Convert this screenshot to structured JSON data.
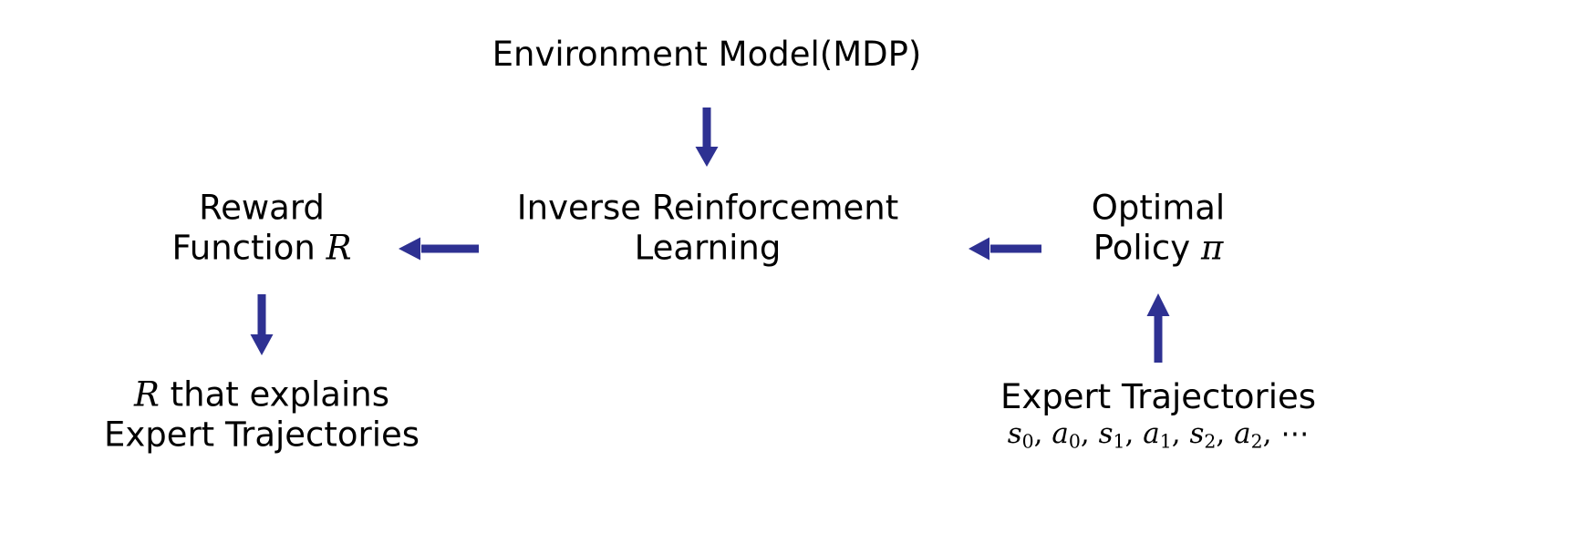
{
  "diagram": {
    "title": "Inverse Reinforcement Learning flow diagram",
    "arrow_color": "#2E3192",
    "text_color": "#000000",
    "background": "#FFFFFF"
  },
  "nodes": {
    "environment_model": {
      "label": "Environment Model(MDP)"
    },
    "irl": {
      "line1": "Inverse Reinforcement",
      "line2": "Learning"
    },
    "reward_function": {
      "line1": "Reward",
      "line2_prefix": "Function ",
      "line2_symbol": "R"
    },
    "optimal_policy": {
      "line1": "Optimal",
      "line2_prefix": "Policy ",
      "line2_symbol": "π"
    },
    "reward_explains": {
      "line1_symbol": "R",
      "line1_suffix": " that explains",
      "line2": "Expert Trajectories"
    },
    "expert_trajectories": {
      "line1": "Expert Trajectories",
      "sequence": [
        {
          "sym": "s",
          "sub": "0"
        },
        {
          "sym": "a",
          "sub": "0"
        },
        {
          "sym": "s",
          "sub": "1"
        },
        {
          "sym": "a",
          "sub": "1"
        },
        {
          "sym": "s",
          "sub": "2"
        },
        {
          "sym": "a",
          "sub": "2"
        }
      ],
      "separator": ", ",
      "ellipsis": "⋯"
    }
  },
  "arrows": [
    {
      "name": "env-to-irl",
      "direction": "down"
    },
    {
      "name": "irl-to-reward",
      "direction": "left"
    },
    {
      "name": "policy-to-irl",
      "direction": "left"
    },
    {
      "name": "reward-to-explanation",
      "direction": "down"
    },
    {
      "name": "trajectories-to-policy",
      "direction": "up"
    }
  ]
}
